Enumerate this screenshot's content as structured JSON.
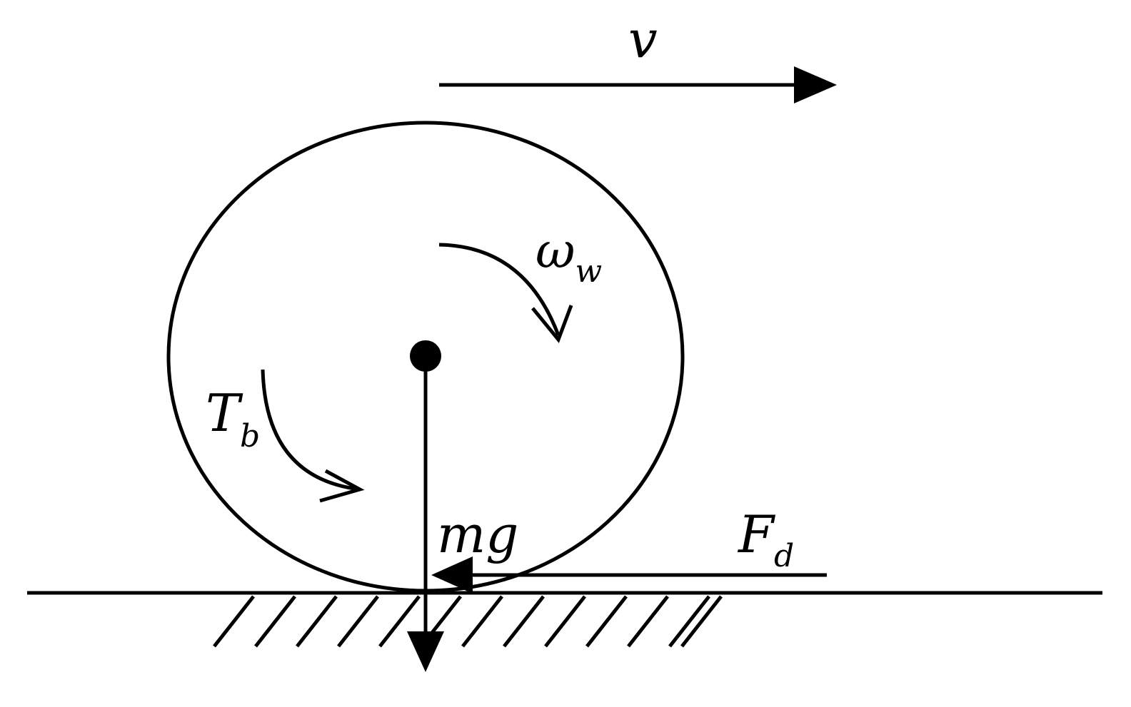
{
  "labels": {
    "velocity": {
      "main": "v"
    },
    "angular_velocity": {
      "main": "ω",
      "sub": "w"
    },
    "brake_torque": {
      "main": "T",
      "sub": "b"
    },
    "weight": {
      "main": "mg"
    },
    "friction_force": {
      "main": "F",
      "sub": "d"
    }
  },
  "colors": {
    "stroke": "#000000",
    "background": "#ffffff"
  }
}
